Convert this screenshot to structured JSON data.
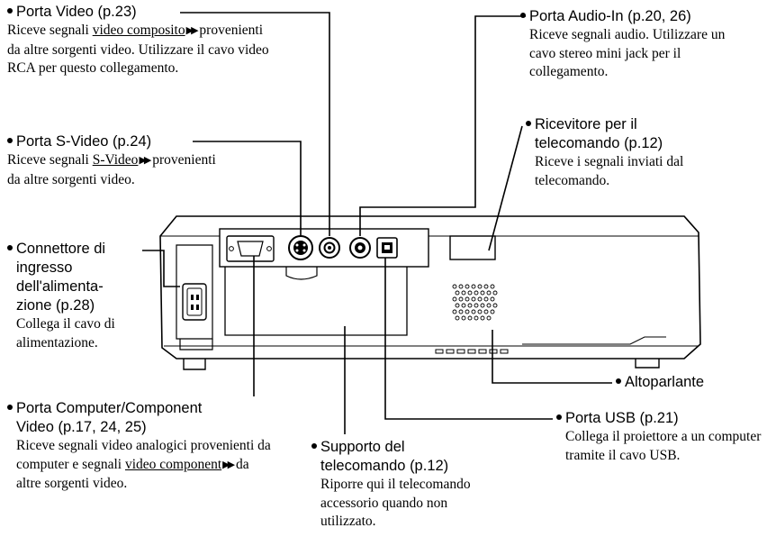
{
  "callouts": {
    "video": {
      "title": "Porta Video (p.23)",
      "desc_a": "Riceve segnali ",
      "desc_link": "video composito",
      "desc_b": " provenienti da altre sorgenti video. Utilizzare il cavo video RCA per questo collegamento."
    },
    "svideo": {
      "title": "Porta S-Video (p.24)",
      "desc_a": "Riceve segnali ",
      "desc_link": "S-Video",
      "desc_b": " provenienti da altre sorgenti video."
    },
    "power": {
      "title_l1": "Connettore di",
      "title_l2": "ingresso",
      "title_l3": "dell'alimenta-",
      "title_l4": "zione (p.28)",
      "desc": "Collega il cavo di alimentazione."
    },
    "computer": {
      "title_l1": "Porta Computer/Component",
      "title_l2": "Video (p.17, 24, 25)",
      "desc_a": "Riceve segnali video analogici provenienti da computer e segnali ",
      "desc_link": "video component",
      "desc_b": " da altre sorgenti video."
    },
    "remote_holder": {
      "title_l1": "Supporto del",
      "title_l2": "telecomando (p.12)",
      "desc": "Riporre qui il telecomando accessorio quando non utilizzato."
    },
    "audio": {
      "title": "Porta Audio-In (p.20, 26)",
      "desc": "Riceve segnali audio. Utilizzare un cavo stereo mini jack per il collegamento."
    },
    "receiver": {
      "title_l1": "Ricevitore per il",
      "title_l2": "telecomando (p.12)",
      "desc": "Riceve i segnali inviati dal telecomando."
    },
    "speaker": {
      "title": "Altoparlante"
    },
    "usb": {
      "title": "Porta USB (p.21)",
      "desc": "Collega il proiettore a un computer tramite il cavo USB."
    }
  },
  "glyphs": {
    "link_arrow": "▶▶"
  },
  "icons": [
    "projector-illustration"
  ]
}
